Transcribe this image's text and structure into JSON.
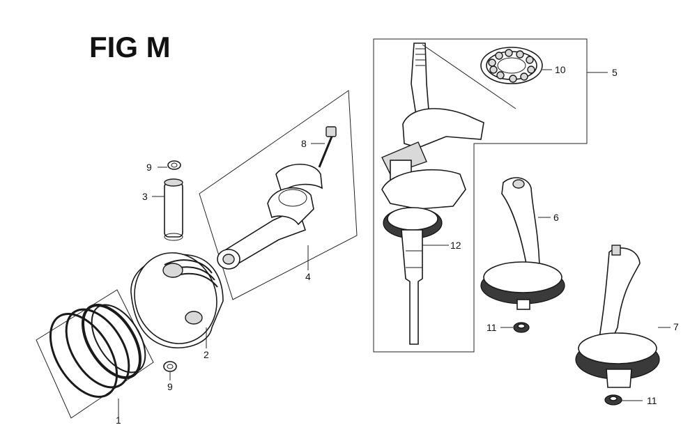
{
  "title": "FIG M",
  "callouts": {
    "c1": "1",
    "c2": "2",
    "c3": "3",
    "c4": "4",
    "c5": "5",
    "c6": "6",
    "c7": "7",
    "c8": "8",
    "c9a": "9",
    "c9b": "9",
    "c10": "10",
    "c11a": "11",
    "c11b": "11",
    "c12": "12"
  }
}
